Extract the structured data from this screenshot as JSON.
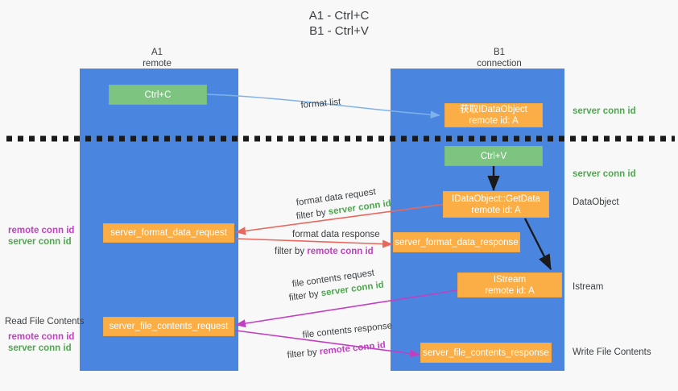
{
  "title": {
    "line1": "A1 - Ctrl+C",
    "line2": "B1 - Ctrl+V"
  },
  "columns": [
    {
      "name": "A1",
      "sub": "remote"
    },
    {
      "name": "B1",
      "sub": "connection"
    }
  ],
  "nodes": {
    "ctrl_c": "Ctrl+C",
    "ctrl_v": "Ctrl+V",
    "get_idataobject_line1": "获取IDataObject",
    "get_idataobject_line2": "remote id: A",
    "getdata_line1": "IDataObject::GetData",
    "getdata_line2": "remote id: A",
    "istream_line1": "IStream",
    "istream_line2": "remote id: A",
    "server_format_data_request": "server_format_data_request",
    "server_format_data_response": "server_format_data_response",
    "server_file_contents_request": "server_file_contents_request",
    "server_file_contents_response": "server_file_contents_response"
  },
  "edge_labels": {
    "format_list": "format list",
    "format_data_request": "format data request",
    "format_data_response": "format data response",
    "file_contents_request": "file contents request",
    "file_contents_response": "file contents response",
    "filter_by": "filter by ",
    "server_conn_id": "server conn id",
    "remote_conn_id": "remote conn id"
  },
  "right_labels": {
    "server_conn_id_top": "server conn id",
    "server_conn_id_mid": "server conn id",
    "dataobject": "DataObject",
    "istream": "Istream",
    "write_file_contents": "Write File Contents"
  },
  "left_labels": {
    "remote_conn_id_1": "remote conn id",
    "server_conn_id_1": "server conn id",
    "read_file_contents": "Read File Contents",
    "remote_conn_id_2": "remote conn id",
    "server_conn_id_2": "server conn id"
  },
  "colors": {
    "lane": "#4a86e0",
    "green_box": "#7cc47f",
    "orange_box": "#fbae45",
    "text": "#3c4043",
    "green_text": "#4fa84f",
    "purple_text": "#c23fc2",
    "blue_arrow": "#7fb2e8",
    "red_arrow": "#e8685d",
    "magenta_arrow": "#c23fc2",
    "black_arrow": "#1a1a1a",
    "background": "#f8f8f8"
  }
}
